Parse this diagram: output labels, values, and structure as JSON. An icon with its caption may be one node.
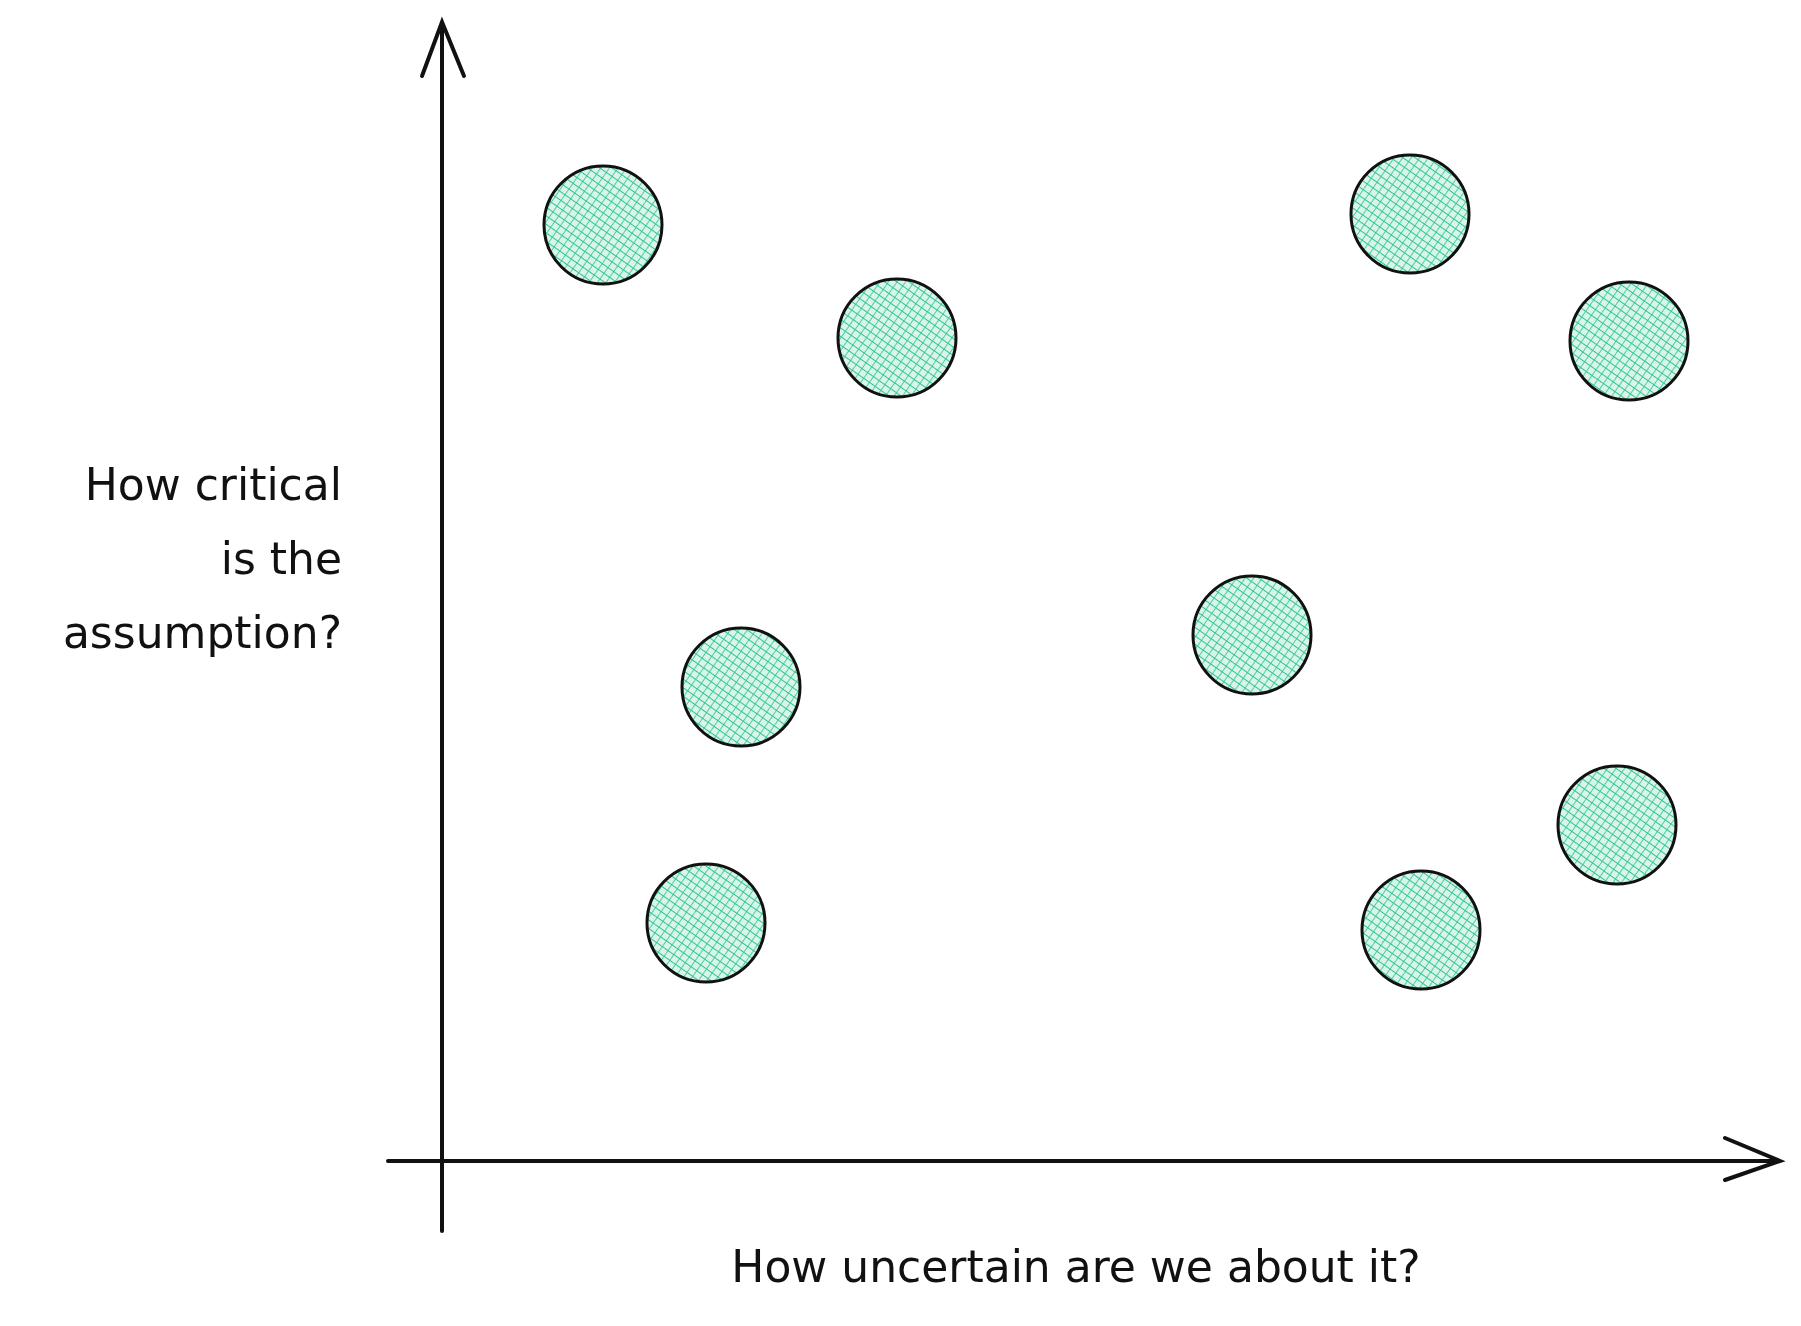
{
  "diagram": {
    "nodes": [
      {
        "text": [],
        "shape": "circle"
      },
      {
        "text": [],
        "shape": "circle"
      },
      {
        "text": [],
        "shape": "circle"
      },
      {
        "text": [],
        "shape": "circle"
      },
      {
        "text": [],
        "shape": "circle"
      },
      {
        "text": [],
        "shape": "circle"
      },
      {
        "text": [],
        "shape": "circle"
      },
      {
        "text": [],
        "shape": "circle"
      },
      {
        "text": [],
        "shape": "circle"
      }
    ],
    "labels": [
      "How critical is the assumption?",
      "How uncertain are we about it?"
    ]
  }
}
